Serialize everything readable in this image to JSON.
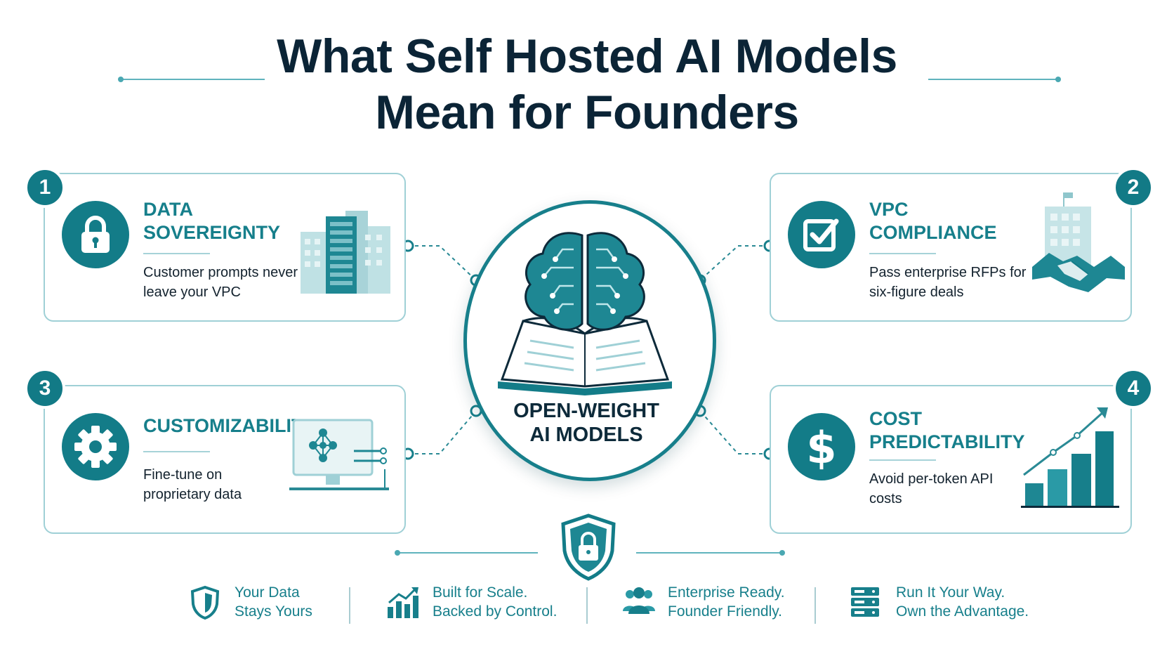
{
  "title": {
    "line1": "What Self Hosted AI Models",
    "line2": "Mean for Founders"
  },
  "hub": {
    "label_line1": "OPEN-WEIGHT",
    "label_line2": "AI MODELS",
    "icon": "brain-book-icon"
  },
  "cards": [
    {
      "number": "1",
      "title": "DATA SOVEREIGNTY",
      "desc": "Customer prompts never leave your VPC",
      "icon": "lock-icon",
      "illustration": "server-building-icon"
    },
    {
      "number": "2",
      "title": "VPC COMPLIANCE",
      "desc": "Pass enterprise RFPs for six-figure deals",
      "icon": "checkbox-icon",
      "illustration": "handshake-building-icon"
    },
    {
      "number": "3",
      "title": "CUSTOMIZABILITY",
      "desc": "Fine-tune on proprietary data",
      "icon": "gear-icon",
      "illustration": "monitor-network-icon"
    },
    {
      "number": "4",
      "title": "COST PREDICTABILITY",
      "desc": "Avoid per-token API costs",
      "icon": "dollar-icon",
      "illustration": "growth-chart-icon"
    }
  ],
  "footer": [
    {
      "line1": "Your Data",
      "line2": "Stays Yours",
      "icon": "shield-icon"
    },
    {
      "line1": "Built for Scale.",
      "line2": "Backed by Control.",
      "icon": "bar-chart-icon"
    },
    {
      "line1": "Enterprise Ready.",
      "line2": "Founder Friendly.",
      "icon": "people-icon"
    },
    {
      "line1": "Run It Your Way.",
      "line2": "Own the Advantage.",
      "icon": "server-stack-icon"
    }
  ],
  "colors": {
    "primary": "#137c88",
    "title": "#0b2436",
    "border": "#9fd0d6",
    "accent": "#167f8b"
  }
}
